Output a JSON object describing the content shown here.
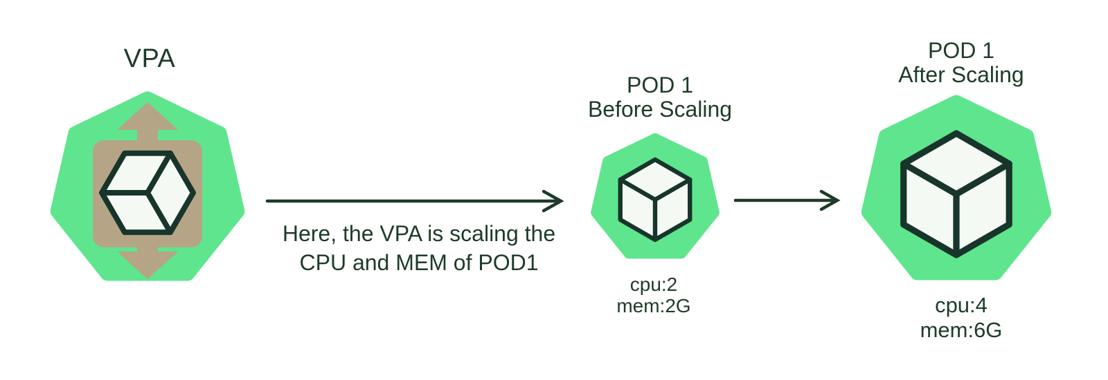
{
  "colors": {
    "green": "#5fe58d",
    "tan": "#b5a485",
    "ink": "#1d3b28",
    "cube_fill": "#f5f9f3",
    "cube_stroke": "#17352a",
    "bg": "#ffffff"
  },
  "vpa": {
    "label": "VPA",
    "icon": "kubernetes-heptagon-with-vertical-scale-arrows-and-cube"
  },
  "flow": {
    "caption_line1": "Here, the VPA is scaling the",
    "caption_line2": "CPU and MEM of POD1"
  },
  "pod_before": {
    "title_line1": "POD 1",
    "title_line2": "Before Scaling",
    "cpu": "cpu:2",
    "mem": "mem:2G",
    "icon": "kubernetes-pod-heptagon-cube-small"
  },
  "pod_after": {
    "title_line1": "POD 1",
    "title_line2": "After Scaling",
    "cpu": "cpu:4",
    "mem": "mem:6G",
    "icon": "kubernetes-pod-heptagon-cube-large"
  }
}
